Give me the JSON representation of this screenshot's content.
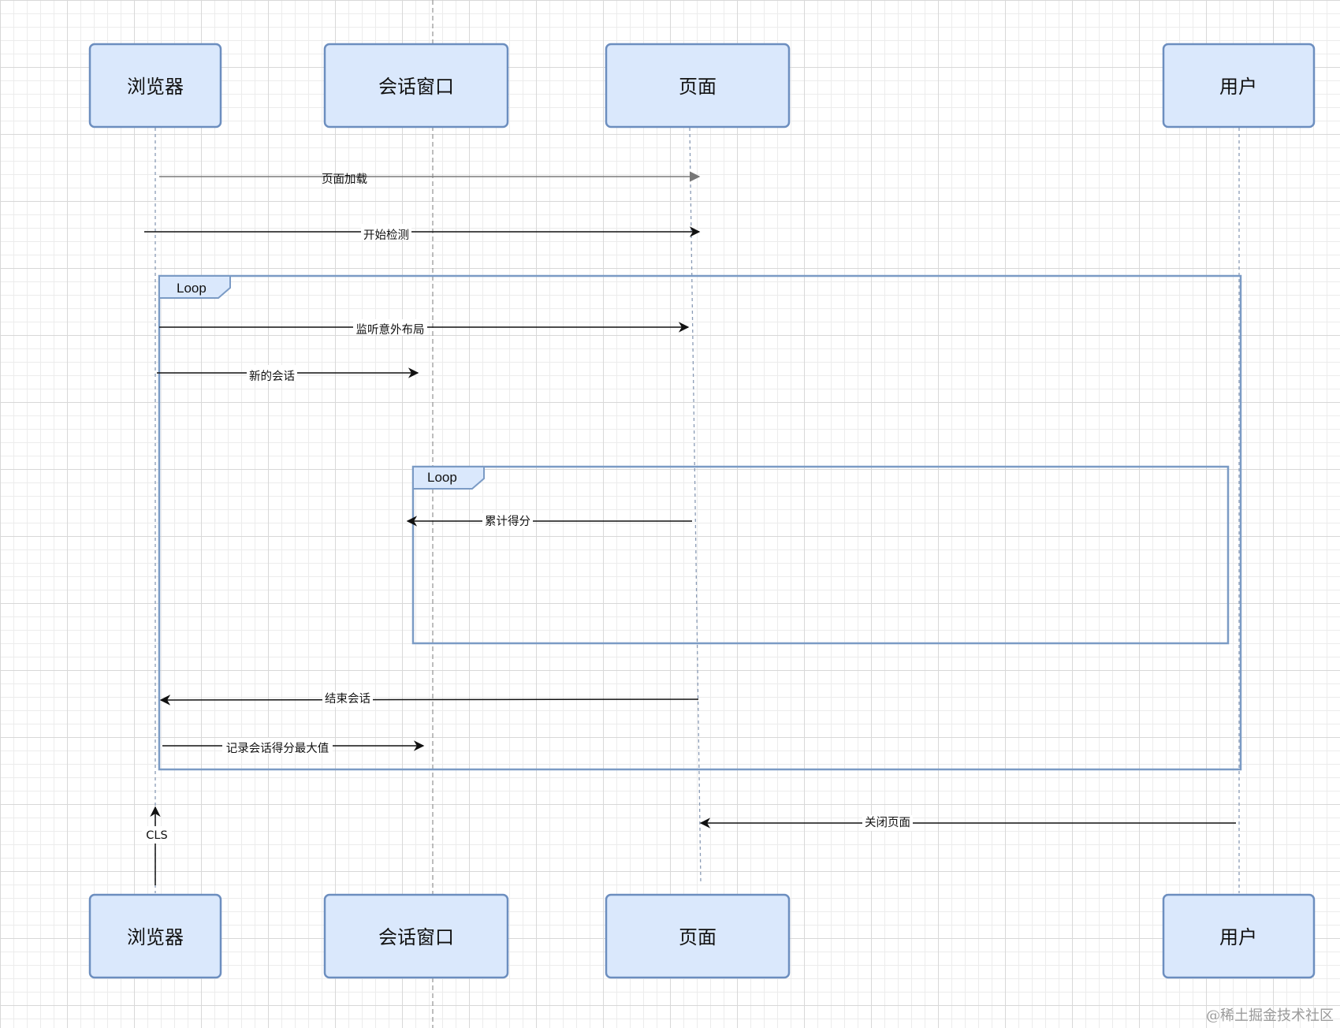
{
  "actors": [
    {
      "id": "browser",
      "label": "浏览器"
    },
    {
      "id": "session",
      "label": "会话窗口"
    },
    {
      "id": "page",
      "label": "页面"
    },
    {
      "id": "user",
      "label": "用户"
    }
  ],
  "frames": [
    {
      "id": "outer-loop",
      "label": "Loop"
    },
    {
      "id": "inner-loop",
      "label": "Loop"
    }
  ],
  "messages": [
    {
      "id": "page-load",
      "label": "页面加载",
      "from": "browser",
      "to": "page"
    },
    {
      "id": "start-detect",
      "label": "开始检测",
      "from": "browser",
      "to": "page"
    },
    {
      "id": "listen-layout",
      "label": "监听意外布局",
      "from": "browser",
      "to": "page"
    },
    {
      "id": "new-session",
      "label": "新的会话",
      "from": "browser",
      "to": "session"
    },
    {
      "id": "accumulate-score",
      "label": "累计得分",
      "from": "page",
      "to": "session"
    },
    {
      "id": "end-session",
      "label": "结束会话",
      "from": "page",
      "to": "browser"
    },
    {
      "id": "record-max",
      "label": "记录会话得分最大值",
      "from": "browser",
      "to": "session"
    },
    {
      "id": "close-page",
      "label": "关闭页面",
      "from": "user",
      "to": "page"
    },
    {
      "id": "cls-result",
      "label": "CLS",
      "from": "browser",
      "to": "browser"
    }
  ],
  "watermark": "@稀土掘金技术社区"
}
